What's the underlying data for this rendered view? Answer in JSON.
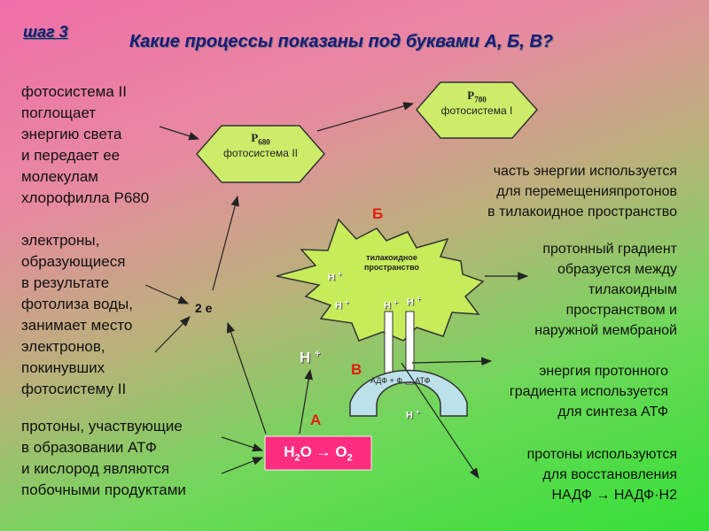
{
  "header": {
    "step": "шаг 3",
    "question": "Какие процессы показаны под буквами А, Б, В?"
  },
  "left_texts": {
    "photosystem2": [
      "фотосистема II",
      "поглощает",
      "энергию света",
      "и передает ее",
      "молекулам",
      "хлорофилла Р680"
    ],
    "electrons": [
      "электроны,",
      "образующиеся",
      "в результате",
      "фотолиза воды,",
      "занимает место",
      "электронов,",
      "покинувших",
      "фотосистему II"
    ],
    "protons": [
      "протоны, участвующие",
      "в образовании АТФ",
      "и кислород являются",
      "побочными продуктами"
    ]
  },
  "right_texts": {
    "energy_part": [
      "часть энергии используется",
      "для перемещенияпротонов",
      "в тилакоидное пространство"
    ],
    "gradient": [
      "протонный градиент",
      "образуется между",
      "тилакоидным",
      "пространством и",
      "наружной мембраной"
    ],
    "gradient_energy": [
      "энергия протонного",
      "градиента используется",
      "для синтеза АТФ"
    ],
    "nadp": [
      "протоны используются",
      "для восстановления",
      "НАДФ → НАДФ·Н2"
    ]
  },
  "nodes": {
    "p680": {
      "label": "Р",
      "sub": "680",
      "name": "фотосистема II"
    },
    "p700": {
      "label": "Р",
      "sub": "700",
      "name": "фотосистема I"
    },
    "two_e": "2 е",
    "thylakoid": [
      "тилакоидное",
      "пространство"
    ],
    "atp": "АДФ + Ф → АТФ",
    "water": {
      "h2o": "H",
      "h2o_sub": "2",
      "o": "O",
      "arrow": "→",
      "o2": "O",
      "o2_sub": "2"
    }
  },
  "h_plus": {
    "base": "Н",
    "sup": "+"
  },
  "letters": {
    "A": "А",
    "B": "Б",
    "V": "В"
  },
  "colors": {
    "hexagon": "#cdec6a",
    "star": "#c6ec5a",
    "arc": "#bde1e8",
    "water_box": "#ff2d80",
    "accent": "#1a1a7a",
    "letter": "#e02010"
  }
}
